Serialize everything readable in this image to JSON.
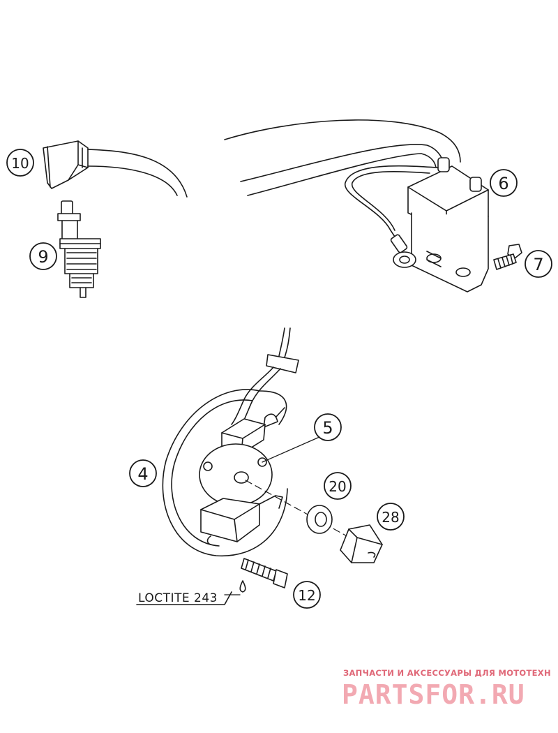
{
  "callouts": [
    {
      "id": "spark-plug-cap",
      "label": "10"
    },
    {
      "id": "spark-plug",
      "label": "9"
    },
    {
      "id": "ignition-coil",
      "label": "6"
    },
    {
      "id": "coil-screw",
      "label": "7"
    },
    {
      "id": "stator-plate",
      "label": "4"
    },
    {
      "id": "stator",
      "label": "5"
    },
    {
      "id": "washer",
      "label": "20"
    },
    {
      "id": "nut",
      "label": "28"
    },
    {
      "id": "stator-screw",
      "label": "12"
    }
  ],
  "note": {
    "text": "LOCTITE 243"
  },
  "watermark": {
    "tagline": "ЗАПЧАСТИ И АКСЕССУАРЫ ДЛЯ МОТОТЕХНИКИ",
    "brand": "PARTSFOR.RU",
    "color": "#f2a9b2"
  }
}
